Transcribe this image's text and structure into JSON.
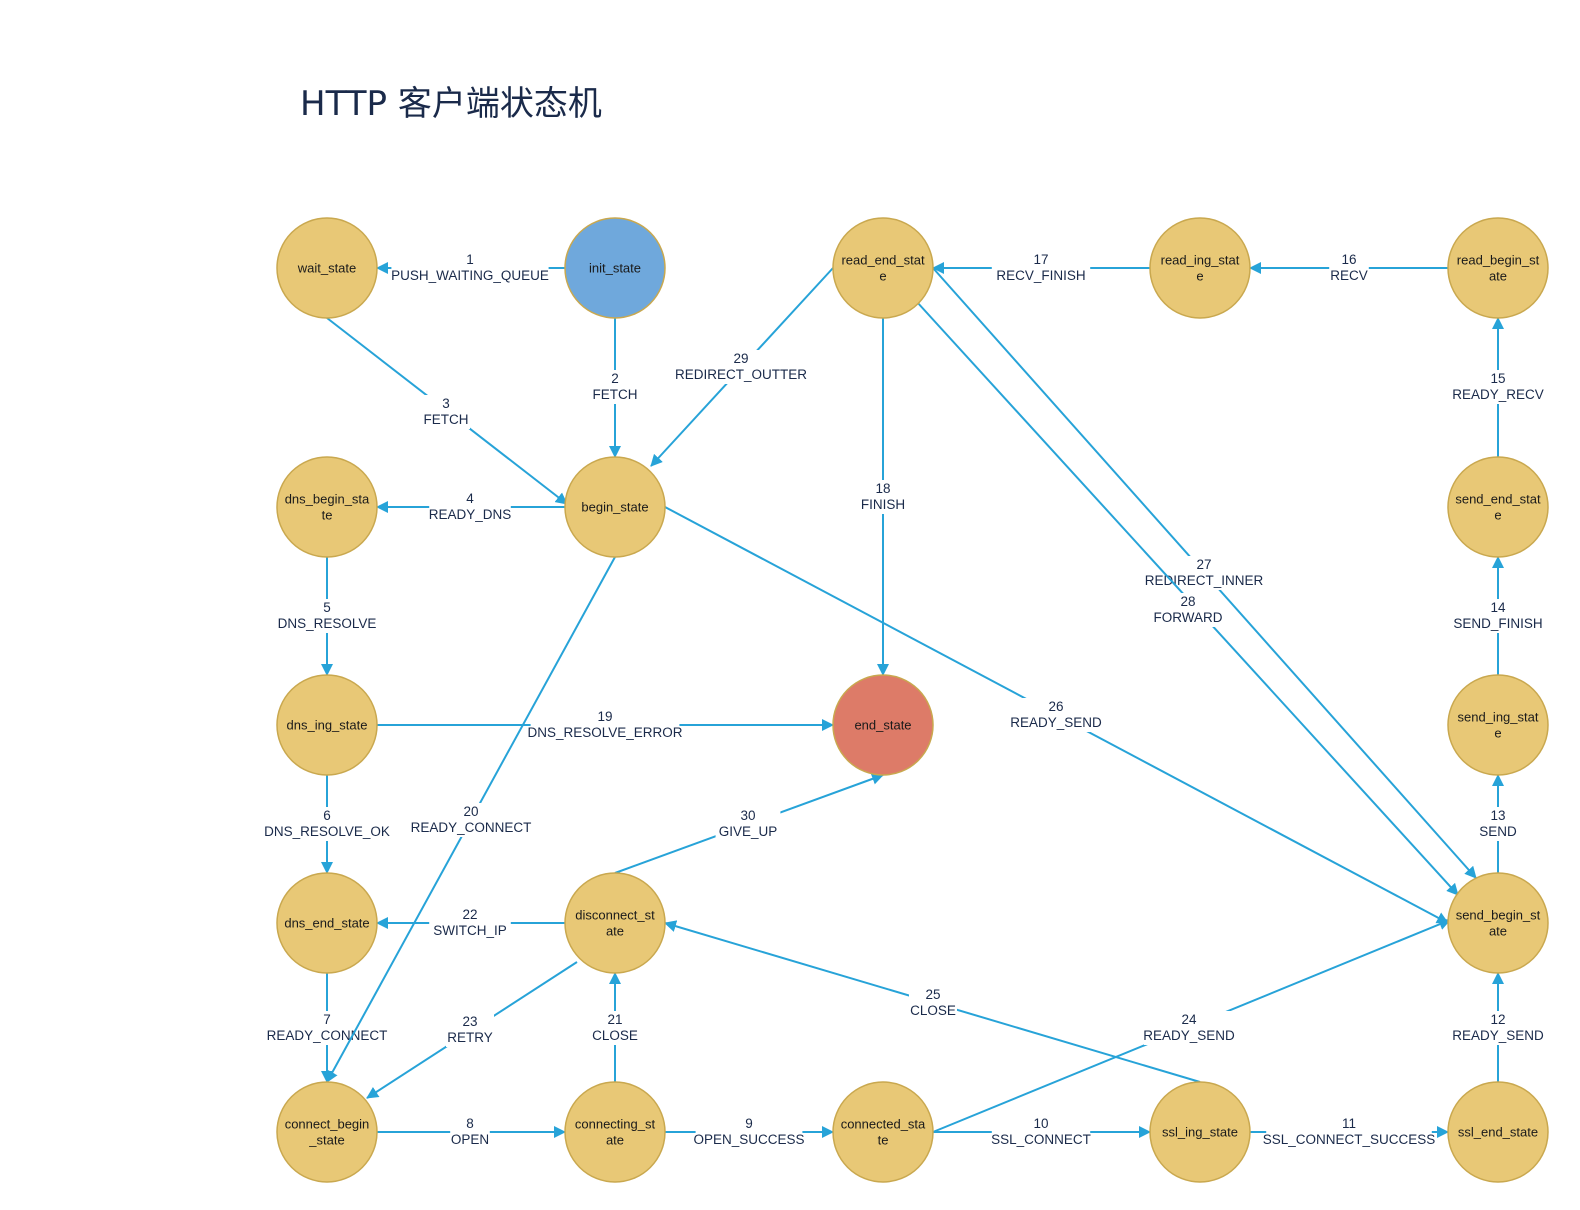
{
  "title": "HTTP 客户端状态机",
  "colors": {
    "node_default": "#e8c876",
    "node_init": "#6fa8dc",
    "node_end": "#dd7b68",
    "edge": "#27a3d8"
  },
  "nodes": [
    {
      "id": "wait_state",
      "lines": [
        "wait_state"
      ],
      "kind": "default"
    },
    {
      "id": "init_state",
      "lines": [
        "init_state"
      ],
      "kind": "init"
    },
    {
      "id": "read_end_state",
      "lines": [
        "read_end_stat",
        "e"
      ],
      "kind": "default"
    },
    {
      "id": "read_ing_state",
      "lines": [
        "read_ing_stat",
        "e"
      ],
      "kind": "default"
    },
    {
      "id": "read_begin_state",
      "lines": [
        "read_begin_st",
        "ate"
      ],
      "kind": "default"
    },
    {
      "id": "dns_begin_state",
      "lines": [
        "dns_begin_sta",
        "te"
      ],
      "kind": "default"
    },
    {
      "id": "begin_state",
      "lines": [
        "begin_state"
      ],
      "kind": "default"
    },
    {
      "id": "send_end_state",
      "lines": [
        "send_end_stat",
        "e"
      ],
      "kind": "default"
    },
    {
      "id": "dns_ing_state",
      "lines": [
        "dns_ing_state"
      ],
      "kind": "default"
    },
    {
      "id": "end_state",
      "lines": [
        "end_state"
      ],
      "kind": "end"
    },
    {
      "id": "send_ing_state",
      "lines": [
        "send_ing_stat",
        "e"
      ],
      "kind": "default"
    },
    {
      "id": "dns_end_state",
      "lines": [
        "dns_end_state"
      ],
      "kind": "default"
    },
    {
      "id": "disconnect_state",
      "lines": [
        "disconnect_st",
        "ate"
      ],
      "kind": "default"
    },
    {
      "id": "send_begin_state",
      "lines": [
        "send_begin_st",
        "ate"
      ],
      "kind": "default"
    },
    {
      "id": "connect_begin_state",
      "lines": [
        "connect_begin",
        "_state"
      ],
      "kind": "default"
    },
    {
      "id": "connecting_state",
      "lines": [
        "connecting_st",
        "ate"
      ],
      "kind": "default"
    },
    {
      "id": "connected_state",
      "lines": [
        "connected_sta",
        "te"
      ],
      "kind": "default"
    },
    {
      "id": "ssl_ing_state",
      "lines": [
        "ssl_ing_state"
      ],
      "kind": "default"
    },
    {
      "id": "ssl_end_state",
      "lines": [
        "ssl_end_state"
      ],
      "kind": "default"
    }
  ],
  "edges": [
    {
      "num": "1",
      "event": "PUSH_WAITING_QUEUE",
      "from": "init_state",
      "to": "wait_state"
    },
    {
      "num": "2",
      "event": "FETCH",
      "from": "init_state",
      "to": "begin_state"
    },
    {
      "num": "3",
      "event": "FETCH",
      "from": "wait_state",
      "to": "begin_state"
    },
    {
      "num": "4",
      "event": "READY_DNS",
      "from": "begin_state",
      "to": "dns_begin_state"
    },
    {
      "num": "5",
      "event": "DNS_RESOLVE",
      "from": "dns_begin_state",
      "to": "dns_ing_state"
    },
    {
      "num": "6",
      "event": "DNS_RESOLVE_OK",
      "from": "dns_ing_state",
      "to": "dns_end_state"
    },
    {
      "num": "7",
      "event": "READY_CONNECT",
      "from": "dns_end_state",
      "to": "connect_begin_state"
    },
    {
      "num": "8",
      "event": "OPEN",
      "from": "connect_begin_state",
      "to": "connecting_state"
    },
    {
      "num": "9",
      "event": "OPEN_SUCCESS",
      "from": "connecting_state",
      "to": "connected_state"
    },
    {
      "num": "10",
      "event": "SSL_CONNECT",
      "from": "connected_state",
      "to": "ssl_ing_state"
    },
    {
      "num": "11",
      "event": "SSL_CONNECT_SUCCESS",
      "from": "ssl_ing_state",
      "to": "ssl_end_state"
    },
    {
      "num": "12",
      "event": "READY_SEND",
      "from": "ssl_end_state",
      "to": "send_begin_state"
    },
    {
      "num": "13",
      "event": "SEND",
      "from": "send_begin_state",
      "to": "send_ing_state"
    },
    {
      "num": "14",
      "event": "SEND_FINISH",
      "from": "send_ing_state",
      "to": "send_end_state"
    },
    {
      "num": "15",
      "event": "READY_RECV",
      "from": "send_end_state",
      "to": "read_begin_state"
    },
    {
      "num": "16",
      "event": "RECV",
      "from": "read_begin_state",
      "to": "read_ing_state"
    },
    {
      "num": "17",
      "event": "RECV_FINISH",
      "from": "read_ing_state",
      "to": "read_end_state"
    },
    {
      "num": "18",
      "event": "FINISH",
      "from": "read_end_state",
      "to": "end_state"
    },
    {
      "num": "19",
      "event": "DNS_RESOLVE_ERROR",
      "from": "dns_ing_state",
      "to": "end_state"
    },
    {
      "num": "20",
      "event": "READY_CONNECT",
      "from": "begin_state",
      "to": "connect_begin_state"
    },
    {
      "num": "21",
      "event": "CLOSE",
      "from": "connecting_state",
      "to": "disconnect_state"
    },
    {
      "num": "22",
      "event": "SWITCH_IP",
      "from": "disconnect_state",
      "to": "dns_end_state"
    },
    {
      "num": "23",
      "event": "RETRY",
      "from": "disconnect_state",
      "to": "connect_begin_state"
    },
    {
      "num": "24",
      "event": "READY_SEND",
      "from": "connected_state",
      "to": "send_begin_state"
    },
    {
      "num": "25",
      "event": "CLOSE",
      "from": "ssl_ing_state",
      "to": "disconnect_state"
    },
    {
      "num": "26",
      "event": "READY_SEND",
      "from": "begin_state",
      "to": "send_begin_state"
    },
    {
      "num": "27",
      "event": "REDIRECT_INNER",
      "from": "read_end_state",
      "to": "send_begin_state"
    },
    {
      "num": "28",
      "event": "FORWARD",
      "from": "read_end_state",
      "to": "send_begin_state"
    },
    {
      "num": "29",
      "event": "REDIRECT_OUTTER",
      "from": "read_end_state",
      "to": "begin_state"
    },
    {
      "num": "30",
      "event": "GIVE_UP",
      "from": "disconnect_state",
      "to": "end_state"
    }
  ]
}
